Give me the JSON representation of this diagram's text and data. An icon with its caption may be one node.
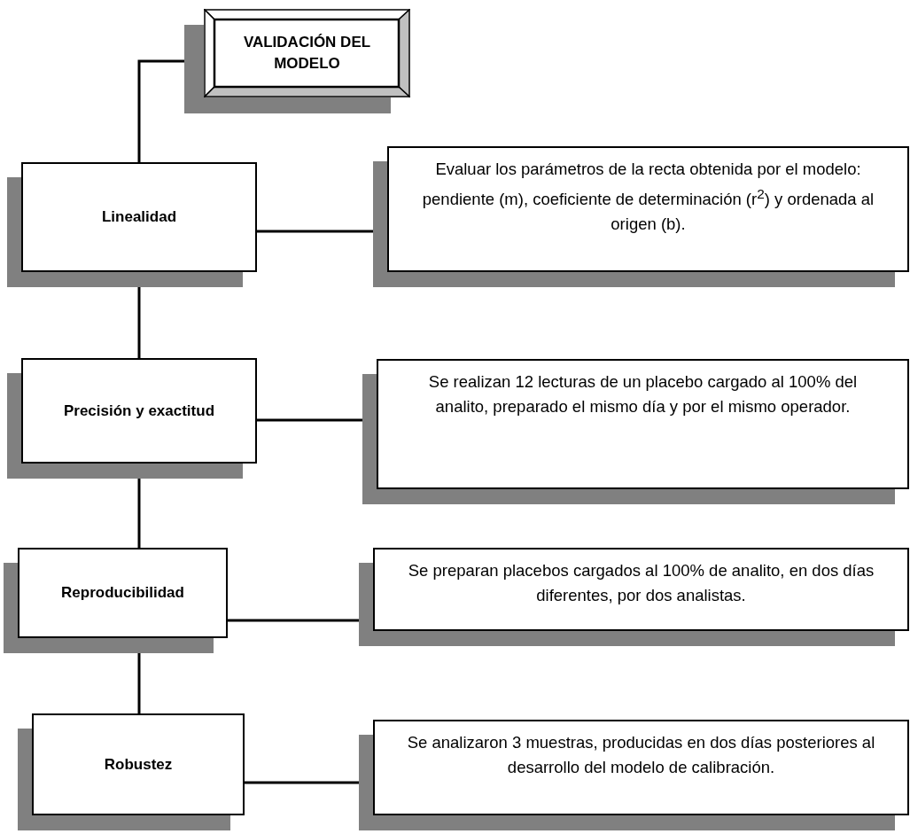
{
  "diagram": {
    "nodes": [
      {
        "text": [
          "VALIDACIÓN DEL MODELO"
        ]
      },
      {
        "text": [
          "Linealidad"
        ]
      },
      {
        "text": [
          "Evaluar los parámetros de la recta obtenida por el modelo: pendiente (m), coeficiente de determinación (r$^{2}$) y ordenada al origen (b)."
        ]
      },
      {
        "text": [
          "Precisión y exactitud"
        ]
      },
      {
        "text": [
          "Se realizan 12 lecturas de un placebo cargado  al 100% del analito, preparado el mismo día y por el mismo operador."
        ]
      },
      {
        "text": [
          "Reproducibilidad"
        ]
      },
      {
        "text": [
          "Se preparan placebos cargados al 100% de analito, en dos días diferentes, por dos analistas."
        ]
      },
      {
        "text": [
          "Robustez"
        ]
      },
      {
        "text": [
          "Se analizaron 3 muestras, producidas en dos días posteriores al desarrollo del modelo de calibración."
        ]
      }
    ],
    "edges": [
      {
        "from": 0,
        "to": 1,
        "arrow": "none"
      },
      {
        "from": 1,
        "to": 2,
        "arrow": "none"
      },
      {
        "from": 1,
        "to": 3,
        "arrow": "none"
      },
      {
        "from": 3,
        "to": 4,
        "arrow": "none"
      },
      {
        "from": 3,
        "to": 5,
        "arrow": "none"
      },
      {
        "from": 5,
        "to": 6,
        "arrow": "none"
      },
      {
        "from": 5,
        "to": 7,
        "arrow": "none"
      },
      {
        "from": 7,
        "to": 8,
        "arrow": "none"
      }
    ]
  }
}
